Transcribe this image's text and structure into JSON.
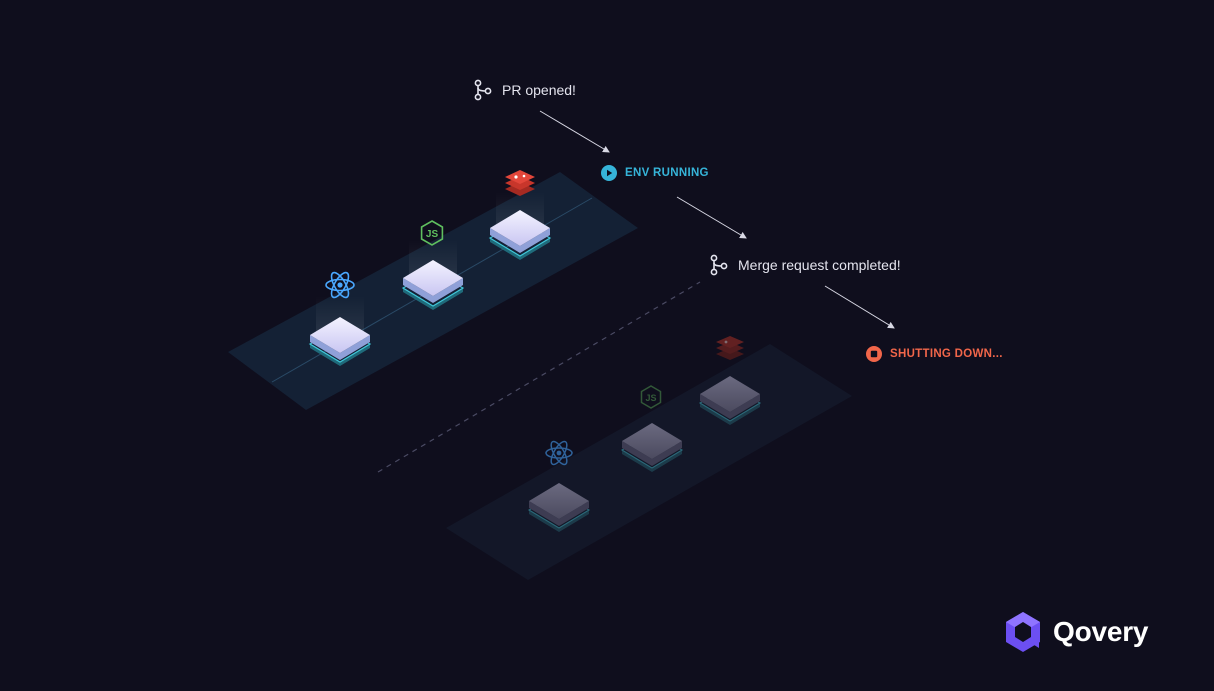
{
  "events": {
    "pr_opened": {
      "label": "PR opened!",
      "icon": "git-branch-icon"
    },
    "env_running": {
      "label": "ENV RUNNING",
      "icon": "play-icon",
      "color": "#36b4d9"
    },
    "merge_completed": {
      "label": "Merge request completed!",
      "icon": "git-branch-icon"
    },
    "shutting_down": {
      "label": "SHUTTING DOWN...",
      "icon": "stop-icon",
      "color": "#f1664a"
    }
  },
  "environments": {
    "active": {
      "services": [
        "react-icon",
        "nodejs-icon",
        "redis-icon"
      ],
      "state": "running"
    },
    "stopped": {
      "services": [
        "react-icon",
        "nodejs-icon",
        "redis-icon"
      ],
      "state": "shutting-down"
    }
  },
  "brand": {
    "name": "Qovery",
    "color": "#6c4ff2"
  }
}
